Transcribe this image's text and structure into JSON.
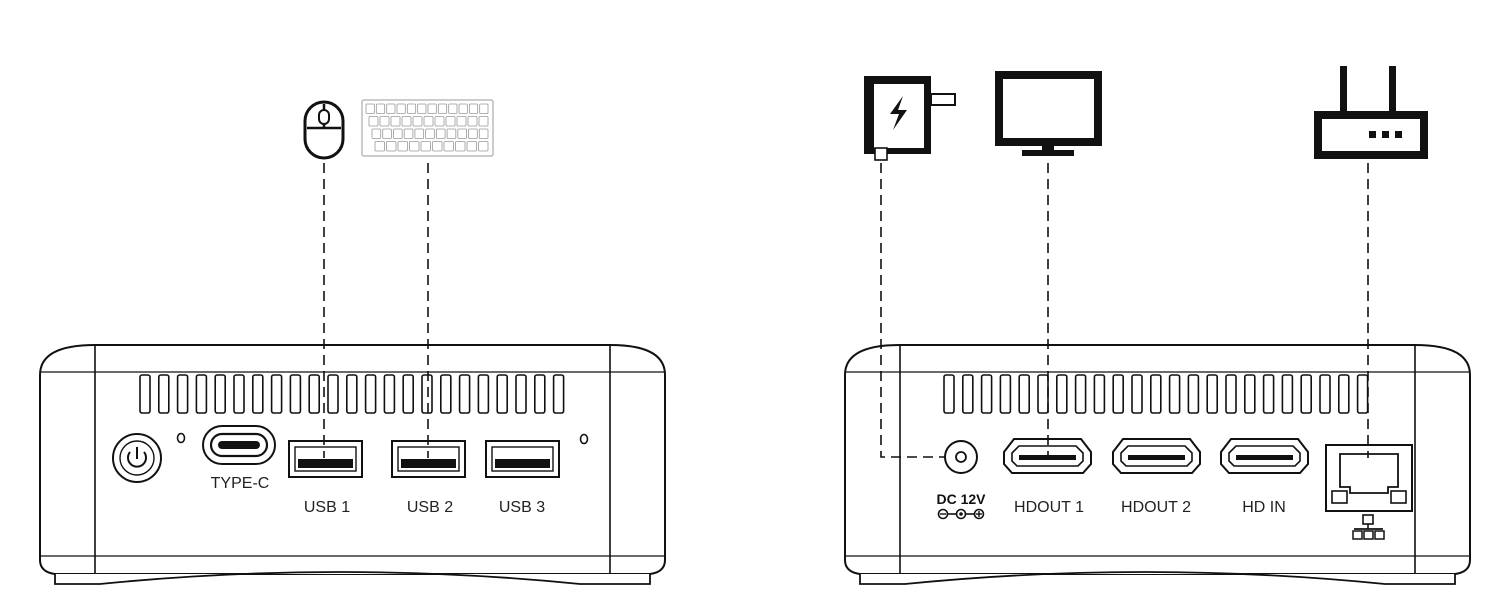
{
  "front_panel": {
    "ports": [
      {
        "id": "type-c",
        "label": "TYPE-C"
      },
      {
        "id": "usb1",
        "label": "USB 1"
      },
      {
        "id": "usb2",
        "label": "USB 2"
      },
      {
        "id": "usb3",
        "label": "USB 3"
      }
    ],
    "peripherals": [
      "mouse-icon",
      "keyboard-icon"
    ]
  },
  "rear_panel": {
    "ports": [
      {
        "id": "dc",
        "label": "DC 12V"
      },
      {
        "id": "hdout1",
        "label": "HDOUT 1"
      },
      {
        "id": "hdout2",
        "label": "HDOUT 2"
      },
      {
        "id": "hdin",
        "label": "HD IN"
      }
    ],
    "peripherals": [
      "power-adapter-icon",
      "monitor-icon",
      "router-icon",
      "ethernet-port-icon"
    ]
  }
}
